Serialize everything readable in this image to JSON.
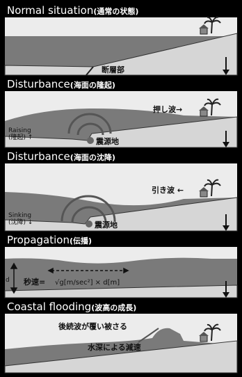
{
  "panels": [
    {
      "title": "Normal situation",
      "title_jp": "(通常の状態)",
      "labels": {
        "fault": "断層部"
      }
    },
    {
      "title": "Disturbance",
      "title_jp": "(海面の隆起)",
      "labels": {
        "wave": "押し波→",
        "motion_en": "Raising",
        "motion_jp": "(隆起) ↑",
        "epicenter": "震源地"
      }
    },
    {
      "title": "Disturbance",
      "title_jp": "(海面の沈降)",
      "labels": {
        "wave": "引き波 ←",
        "motion_en": "Sinking",
        "motion_jp": "(沈降) ↓",
        "epicenter": "震源地"
      }
    },
    {
      "title": "Propagation",
      "title_jp": "(伝播)",
      "labels": {
        "depth": "d",
        "speed": "秒速=",
        "formula": "√g[m/sec²] × d[m]"
      }
    },
    {
      "title": "Coastal flooding",
      "title_jp": "(波高の成長)",
      "labels": {
        "wave_overlap": "後続波が覆い被さる",
        "slowdown": "水深による減速"
      }
    }
  ],
  "colors": {
    "sea": "#7a7a7a",
    "land": "#d6d6d6",
    "sky": "#ececec",
    "header": "#000000"
  }
}
